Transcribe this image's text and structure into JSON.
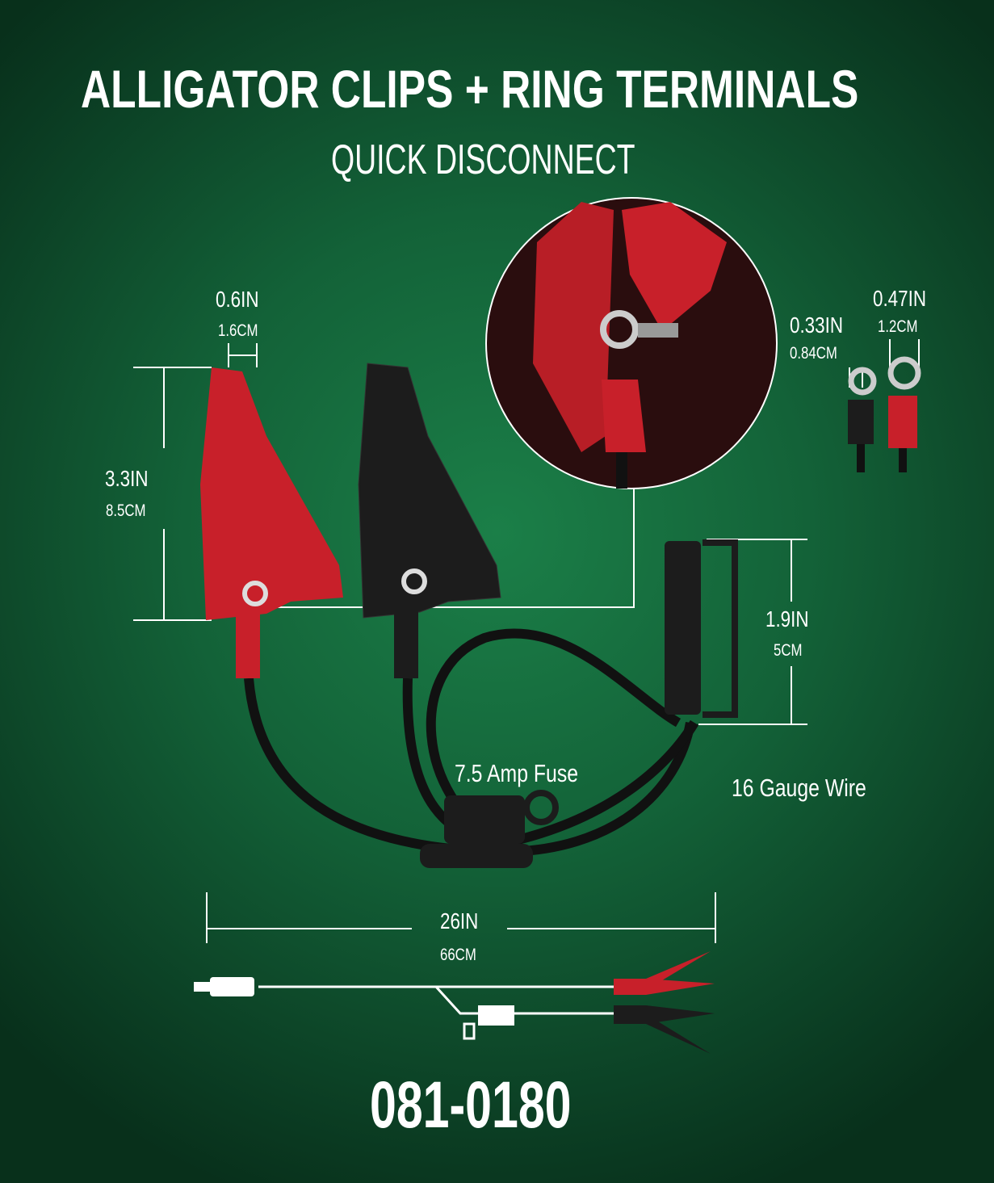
{
  "header": {
    "title": "ALLIGATOR CLIPS + RING TERMINALS",
    "subtitle": "QUICK DISCONNECT"
  },
  "dimensions": {
    "clip_jaw_width": {
      "in": "0.6IN",
      "cm": "1.6CM"
    },
    "clip_length": {
      "in": "3.3IN",
      "cm": "8.5CM"
    },
    "ring_small": {
      "in": "0.33IN",
      "cm": "0.84CM"
    },
    "ring_large": {
      "in": "0.47IN",
      "cm": "1.2CM"
    },
    "connector_length": {
      "in": "1.9IN",
      "cm": "5CM"
    },
    "cable_length": {
      "in": "26IN",
      "cm": "66CM"
    }
  },
  "labels": {
    "fuse": "7.5 Amp Fuse",
    "wire": "16 Gauge Wire"
  },
  "part_number": "081-0180",
  "colors": {
    "background": "#136238",
    "clip_red": "#c8202a",
    "clip_black": "#1c1c1c",
    "text": "#ffffff"
  }
}
